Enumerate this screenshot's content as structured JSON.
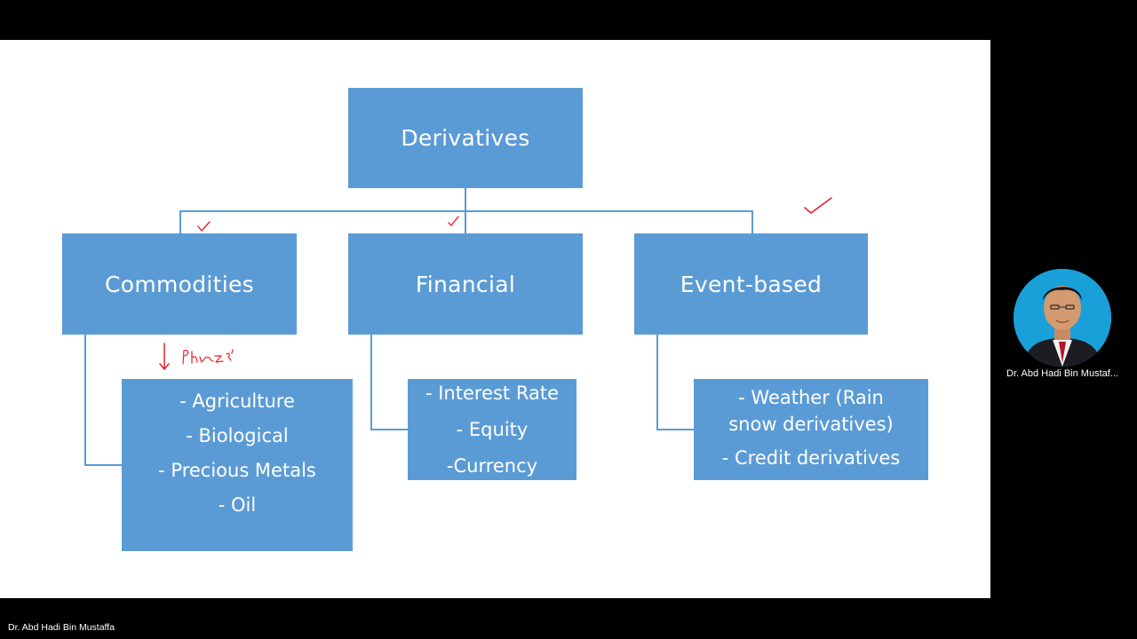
{
  "slide": {
    "root": {
      "label": "Derivatives"
    },
    "categories": [
      {
        "label": "Commodities"
      },
      {
        "label": "Financial"
      },
      {
        "label": "Event-based"
      }
    ],
    "details": {
      "commodities": [
        "- Agriculture",
        "- Biological",
        "- Precious Metals",
        "- Oil"
      ],
      "financial": [
        "- Interest Rate",
        "- Equity",
        "-Currency"
      ],
      "event": [
        "- Weather (Rain",
        "snow derivatives)",
        "- Credit derivatives"
      ]
    },
    "annotation": {
      "text": "Physical"
    },
    "colors": {
      "box": "#5b9bd5",
      "connector": "#5b9bd5",
      "pen": "#e8202a",
      "slide_bg": "#ffffff",
      "frame_bg": "#000000"
    }
  },
  "meeting": {
    "presenter_name": "Dr. Abd Hadi Bin Mustaf...",
    "share_label": "Dr. Abd Hadi Bin Mustaffa"
  }
}
